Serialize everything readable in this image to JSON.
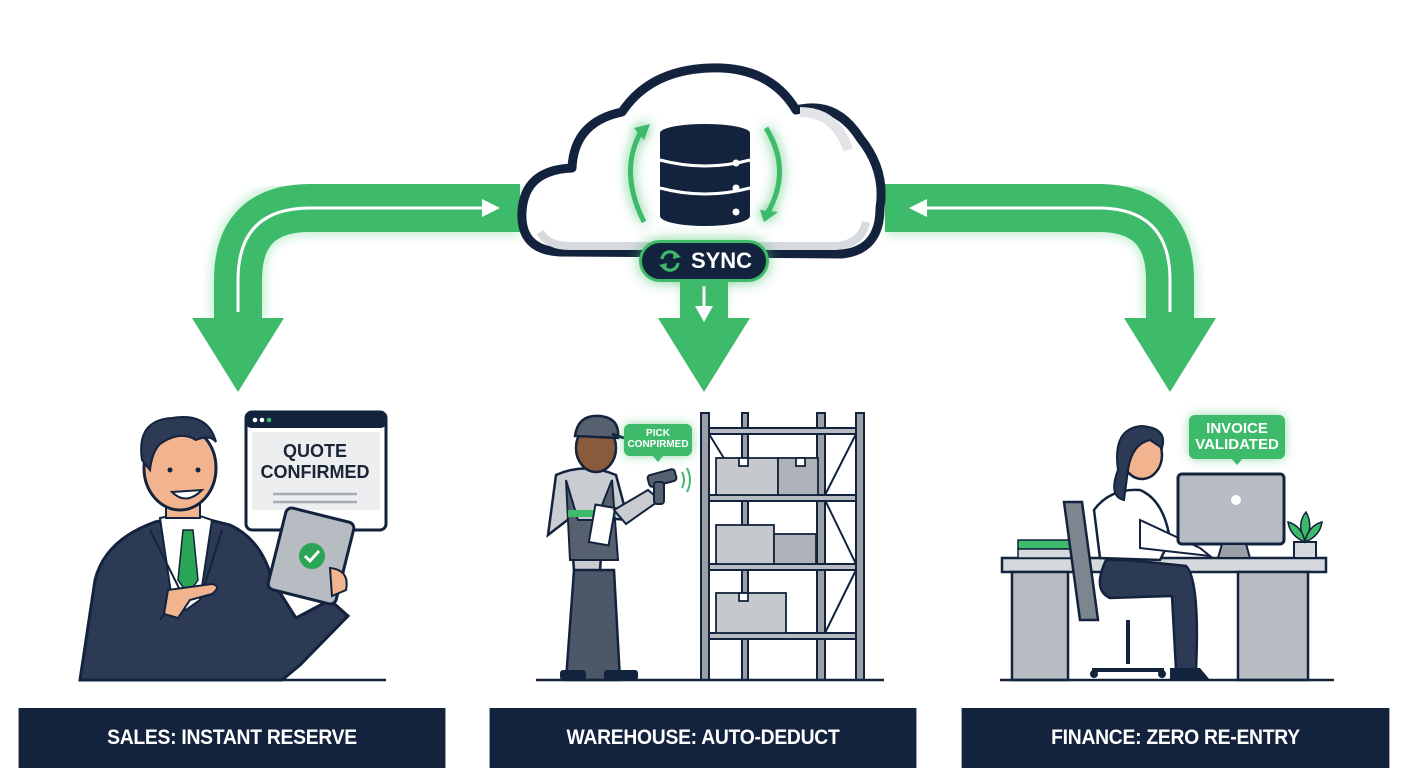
{
  "hub": {
    "icon": "database-icon",
    "container_icon": "cloud-icon",
    "badge_label": "SYNC",
    "badge_icon": "sync-icon"
  },
  "flows": [
    {
      "from": "sales",
      "to": "hub",
      "direction": "bidirectional"
    },
    {
      "from": "hub",
      "to": "warehouse",
      "direction": "down"
    },
    {
      "from": "finance",
      "to": "hub",
      "direction": "bidirectional"
    }
  ],
  "panels": [
    {
      "id": "sales",
      "title": "SALES: INSTANT RESERVE",
      "screen_text": "QUOTE CONFIRMED",
      "screen_line1": "QUOTE",
      "screen_line2": "CONFIRMED",
      "device_icon": "check-icon"
    },
    {
      "id": "warehouse",
      "title": "WAREHOUSE: AUTO-DEDUCT",
      "bubble_line1": "PICK",
      "bubble_line2": "CONPIRMED",
      "device_icon": "barcode-scanner-icon"
    },
    {
      "id": "finance",
      "title": "FINANCE: ZERO RE-ENTRY",
      "bubble_line1": "INVOICE",
      "bubble_line2": "VALIDATED",
      "device_icon": "monitor-icon"
    }
  ],
  "colors": {
    "accent_green": "#3dba6a",
    "navy": "#13233d",
    "gray": "#9aa0a6",
    "white": "#ffffff"
  }
}
